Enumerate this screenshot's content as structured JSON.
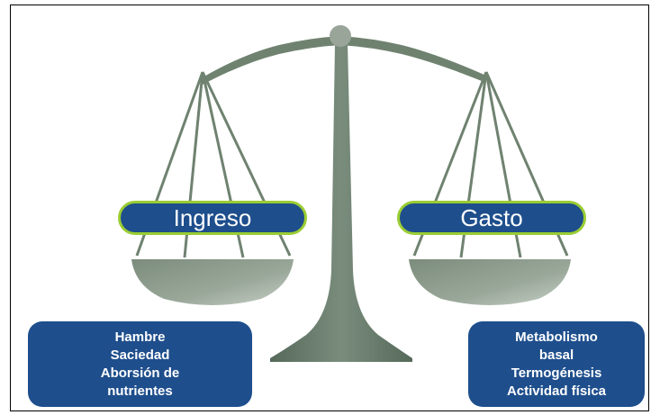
{
  "left_side": {
    "label": "Ingreso",
    "items": [
      "Hambre",
      "Saciedad",
      "Aborsión de",
      "nutrientes"
    ]
  },
  "right_side": {
    "label": "Gasto",
    "items": [
      "Metabolismo",
      "basal",
      "Termogénesis",
      "Actividad física"
    ]
  },
  "colors": {
    "box_fill": "#1e4e8c",
    "pill_border": "#9acd32",
    "scale_fill": "#6f8270"
  }
}
